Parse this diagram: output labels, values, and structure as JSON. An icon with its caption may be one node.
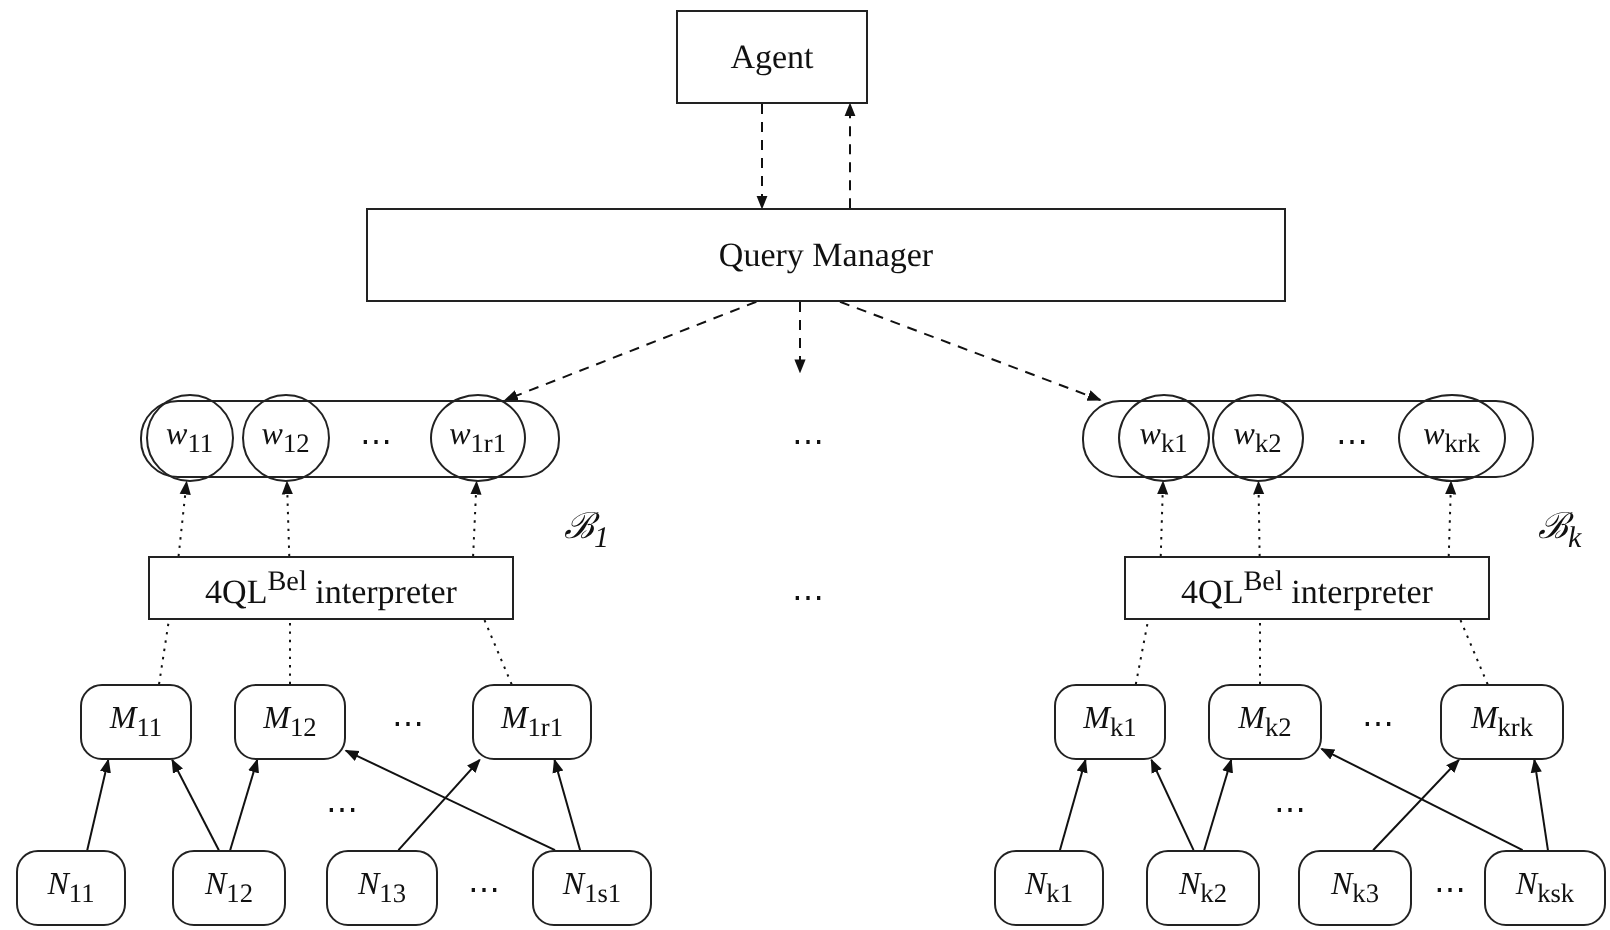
{
  "diagram": {
    "nodes": [
      {
        "text": [
          "Agent"
        ]
      },
      {
        "text": [
          "Query Manager"
        ]
      },
      {
        "text": [],
        "shape": "box",
        "beside": [
          "ℬ$_{1}$"
        ]
      },
      {
        "text": [
          "*w*$_{11}$"
        ],
        "in": 2
      },
      {
        "text": [
          "*w*$_{12}$"
        ],
        "in": 2
      },
      {
        "text": [
          "*w*$_{1r1}$"
        ],
        "in": 2
      },
      {
        "text": [
          "4QL$^{Bel}$ interpreter"
        ]
      },
      {
        "text": [
          "*M*$_{11}$"
        ]
      },
      {
        "text": [
          "*M*$_{12}$"
        ]
      },
      {
        "text": [
          "*M*$_{1r1}$"
        ]
      },
      {
        "text": [
          "*N*$_{11}$"
        ]
      },
      {
        "text": [
          "*N*$_{12}$"
        ]
      },
      {
        "text": [
          "*N*$_{13}$"
        ]
      },
      {
        "text": [
          "*N*$_{1s1}$"
        ]
      },
      {
        "text": [],
        "shape": "box",
        "beside": [
          "ℬ$_{k}$"
        ]
      },
      {
        "text": [
          "*w*$_{k1}$"
        ],
        "in": 14
      },
      {
        "text": [
          "*w*$_{k2}$"
        ],
        "in": 14
      },
      {
        "text": [
          "*w*$_{krk}$"
        ],
        "in": 14
      },
      {
        "text": [
          "4QL$^{Bel}$ interpreter"
        ]
      },
      {
        "text": [
          "*M*$_{k1}$"
        ]
      },
      {
        "text": [
          "*M*$_{k2}$"
        ]
      },
      {
        "text": [
          "*M*$_{krk}$"
        ]
      },
      {
        "text": [
          "*N*$_{k1}$"
        ]
      },
      {
        "text": [
          "*N*$_{k2}$"
        ]
      },
      {
        "text": [
          "*N*$_{k3}$"
        ]
      },
      {
        "text": [
          "*N*$_{ksk}$"
        ]
      }
    ],
    "edges": [
      {
        "from": 0,
        "to": 1,
        "arrow": "to",
        "style": "dashed"
      },
      {
        "from": 1,
        "to": 0,
        "arrow": "to",
        "style": "dashed"
      },
      {
        "from": 1,
        "to": 2,
        "arrow": "to",
        "style": "dashed"
      },
      {
        "from": 1,
        "to": null,
        "arrow": "to",
        "style": "dashed"
      },
      {
        "from": 1,
        "to": 14,
        "arrow": "to",
        "style": "dashed"
      },
      {
        "from": 7,
        "to": 6,
        "arrow": "none",
        "style": "dashed"
      },
      {
        "from": 6,
        "to": 3,
        "arrow": "to",
        "style": "dashed"
      },
      {
        "from": 8,
        "to": 6,
        "arrow": "none",
        "style": "dashed"
      },
      {
        "from": 6,
        "to": 4,
        "arrow": "to",
        "style": "dashed"
      },
      {
        "from": 9,
        "to": 6,
        "arrow": "none",
        "style": "dashed"
      },
      {
        "from": 6,
        "to": 5,
        "arrow": "to",
        "style": "dashed"
      },
      {
        "from": 10,
        "to": 7,
        "arrow": "to"
      },
      {
        "from": 11,
        "to": 7,
        "arrow": "to"
      },
      {
        "from": 11,
        "to": 8,
        "arrow": "to"
      },
      {
        "from": 12,
        "to": 9,
        "arrow": "to"
      },
      {
        "from": 13,
        "to": 8,
        "arrow": "to"
      },
      {
        "from": 13,
        "to": 9,
        "arrow": "to"
      },
      {
        "from": 19,
        "to": 18,
        "arrow": "none",
        "style": "dashed"
      },
      {
        "from": 18,
        "to": 15,
        "arrow": "to",
        "style": "dashed"
      },
      {
        "from": 20,
        "to": 18,
        "arrow": "none",
        "style": "dashed"
      },
      {
        "from": 18,
        "to": 16,
        "arrow": "to",
        "style": "dashed"
      },
      {
        "from": 21,
        "to": 18,
        "arrow": "none",
        "style": "dashed"
      },
      {
        "from": 18,
        "to": 17,
        "arrow": "to",
        "style": "dashed"
      },
      {
        "from": 22,
        "to": 19,
        "arrow": "to"
      },
      {
        "from": 23,
        "to": 19,
        "arrow": "to"
      },
      {
        "from": 23,
        "to": 20,
        "arrow": "to"
      },
      {
        "from": 24,
        "to": 21,
        "arrow": "to"
      },
      {
        "from": 25,
        "to": 20,
        "arrow": "to"
      },
      {
        "from": 25,
        "to": 21,
        "arrow": "to"
      }
    ],
    "labels": [
      "⋯",
      "⋯",
      "⋯",
      "⋯",
      "⋯",
      "⋯",
      "⋯",
      "⋯",
      "⋯",
      "⋯"
    ]
  }
}
